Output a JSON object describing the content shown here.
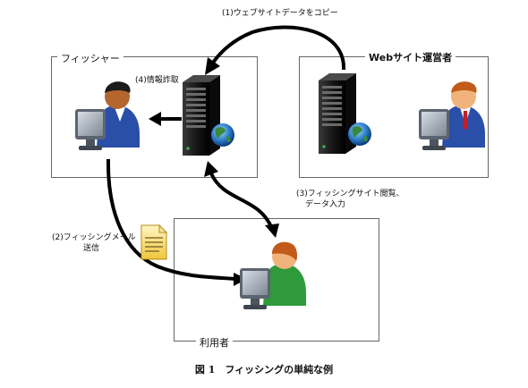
{
  "boxes": {
    "phisher": "フィッシャー",
    "operator": "Webサイト運営者",
    "user": "利用者"
  },
  "steps": {
    "step1": "(1)ウェブサイトデータをコピー",
    "step2_line1": "(2)フィッシングメール",
    "step2_line2": "送信",
    "step3_line1": "(3)フィッシングサイト閲覧、",
    "step3_line2": "データ入力",
    "step4": "(4)情報詐取"
  },
  "caption": "図 1　フィッシングの単純な例",
  "colors": {
    "phisher_shirt": "#2a4fa8",
    "operator_shirt": "#2a4fa8",
    "operator_tie": "#c0202a",
    "user_shirt": "#2e9a3a",
    "server": "#1c1c1c",
    "arrow": "#000000",
    "mail_icon": "#f4d34a"
  },
  "icons": [
    "person-at-computer-icon",
    "server-rack-icon",
    "globe-icon",
    "mail-document-icon"
  ]
}
